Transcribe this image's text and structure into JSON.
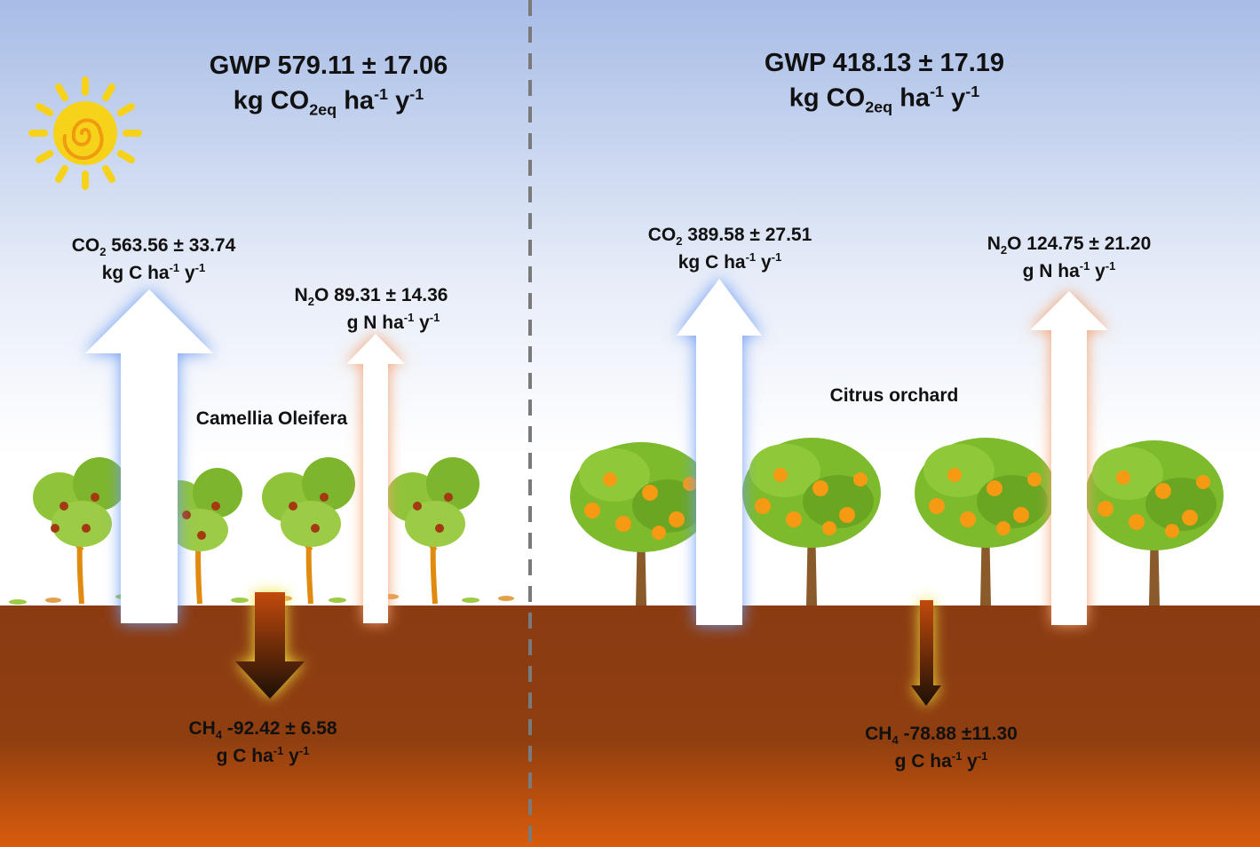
{
  "panels": [
    {
      "site_name": "Camellia Oleifera",
      "gwp": {
        "prefix": "GWP",
        "value": "579.11",
        "pm": "±",
        "error": "17.06",
        "unit": {
          "a": "kg CO",
          "sub": "2eq",
          "b": " ha",
          "sup1": "-1",
          "c": " y",
          "sup2": "-1"
        }
      },
      "co2": {
        "species": "CO",
        "species_sub": "2",
        "text": " 563.56 ± 33.74",
        "unit": {
          "a": "kg C ha",
          "sup1": "-1",
          "b": " y",
          "sup2": "-1"
        }
      },
      "n2o": {
        "species": "N",
        "species_sub": "2",
        "species_b": "O",
        "text": " 89.31 ± 14.36",
        "unit": {
          "a": "g N ha",
          "sup1": "-1",
          "b": " y",
          "sup2": "-1"
        }
      },
      "ch4": {
        "species": "CH",
        "species_sub": "4",
        "text": " -92.42 ± 6.58",
        "unit": {
          "a": "g C ha",
          "sup1": "-1",
          "b": " y",
          "sup2": "-1"
        }
      }
    },
    {
      "site_name": "Citrus orchard",
      "gwp": {
        "prefix": "GWP",
        "value": "418.13",
        "pm": "±",
        "error": "17.19",
        "unit": {
          "a": "kg CO",
          "sub": "2eq",
          "b": " ha",
          "sup1": "-1",
          "c": " y",
          "sup2": "-1"
        }
      },
      "co2": {
        "species": "CO",
        "species_sub": "2",
        "text": " 389.58 ± 27.51",
        "unit": {
          "a": "kg C ha",
          "sup1": "-1",
          "b": " y",
          "sup2": "-1"
        }
      },
      "n2o": {
        "species": "N",
        "species_sub": "2",
        "species_b": "O",
        "text": " 124.75 ± 21.20",
        "unit": {
          "a": "g N ha",
          "sup1": "-1",
          "b": " y",
          "sup2": "-1"
        }
      },
      "ch4": {
        "species": "CH",
        "species_sub": "4",
        "text": " -78.88 ±11.30",
        "unit": {
          "a": "g C ha",
          "sup1": "-1",
          "b": " y",
          "sup2": "-1"
        }
      }
    }
  ],
  "colors": {
    "sky_top": "#a9bde6",
    "sky_bottom": "#ffffff",
    "soil_top": "#8b3d12",
    "soil_bottom": "#d65a0e",
    "co2_glow": "#6f9bf0",
    "n2o_glow": "#f5a06e",
    "ch4_glow": "#f2e23a",
    "sun": "#f7d21a",
    "divider": "#777777",
    "leaf": "#7dbb2c",
    "orange_fruit": "#f59a12",
    "trunk": "#8a5a2b"
  },
  "icons": [
    "sun-icon",
    "camellia-shrub-icon",
    "citrus-tree-icon"
  ]
}
